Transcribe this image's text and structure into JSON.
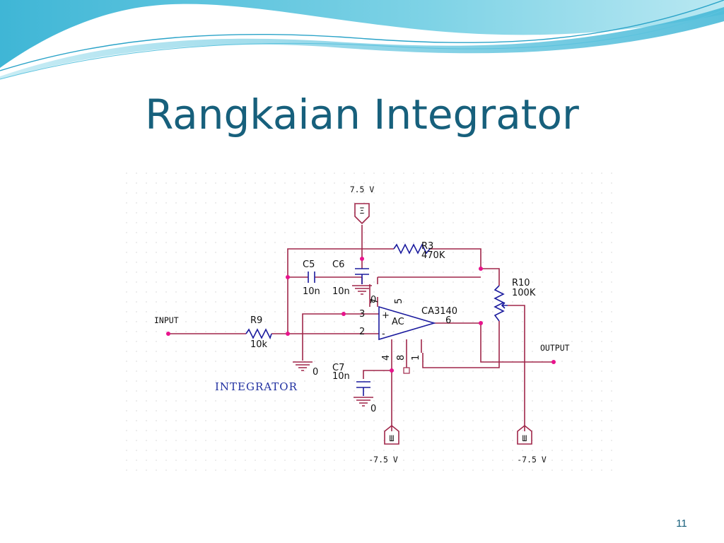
{
  "title": "Rangkaian Integrator",
  "page_number": "11",
  "colors": {
    "title": "#17607c",
    "wire": "#a0274a",
    "component": "#1b1b9e",
    "junction": "#e8138c",
    "wave": "#3fb6d6"
  },
  "schematic": {
    "vcc_label": "7.5 V",
    "vee_left_label": "-7.5 V",
    "vee_right_label": "-7.5 V",
    "input_label": "INPUT",
    "output_label": "OUTPUT",
    "circuit_label": "INTEGRATOR",
    "r3": {
      "name": "R3",
      "value": "470K"
    },
    "r9": {
      "name": "R9",
      "value": "10k"
    },
    "r10": {
      "name": "R10",
      "value": "100K"
    },
    "c5": {
      "name": "C5",
      "value": "10n"
    },
    "c6": {
      "name": "C6",
      "value": "10n"
    },
    "c7": {
      "name": "C7",
      "value": "10n"
    },
    "opamp": {
      "name": "CA3140",
      "type": "AC",
      "plus": "+",
      "minus": "-"
    },
    "pins": {
      "p2": "2",
      "p3": "3",
      "p4": "4",
      "p5": "5",
      "p6": "6",
      "p7": "7",
      "p8": "8",
      "p1": "1"
    },
    "ground_left": "0",
    "ground_bottom": "0",
    "ground_c6": "0",
    "src_top": "Ξ",
    "src_left": "Ш",
    "src_right": "Ш"
  }
}
